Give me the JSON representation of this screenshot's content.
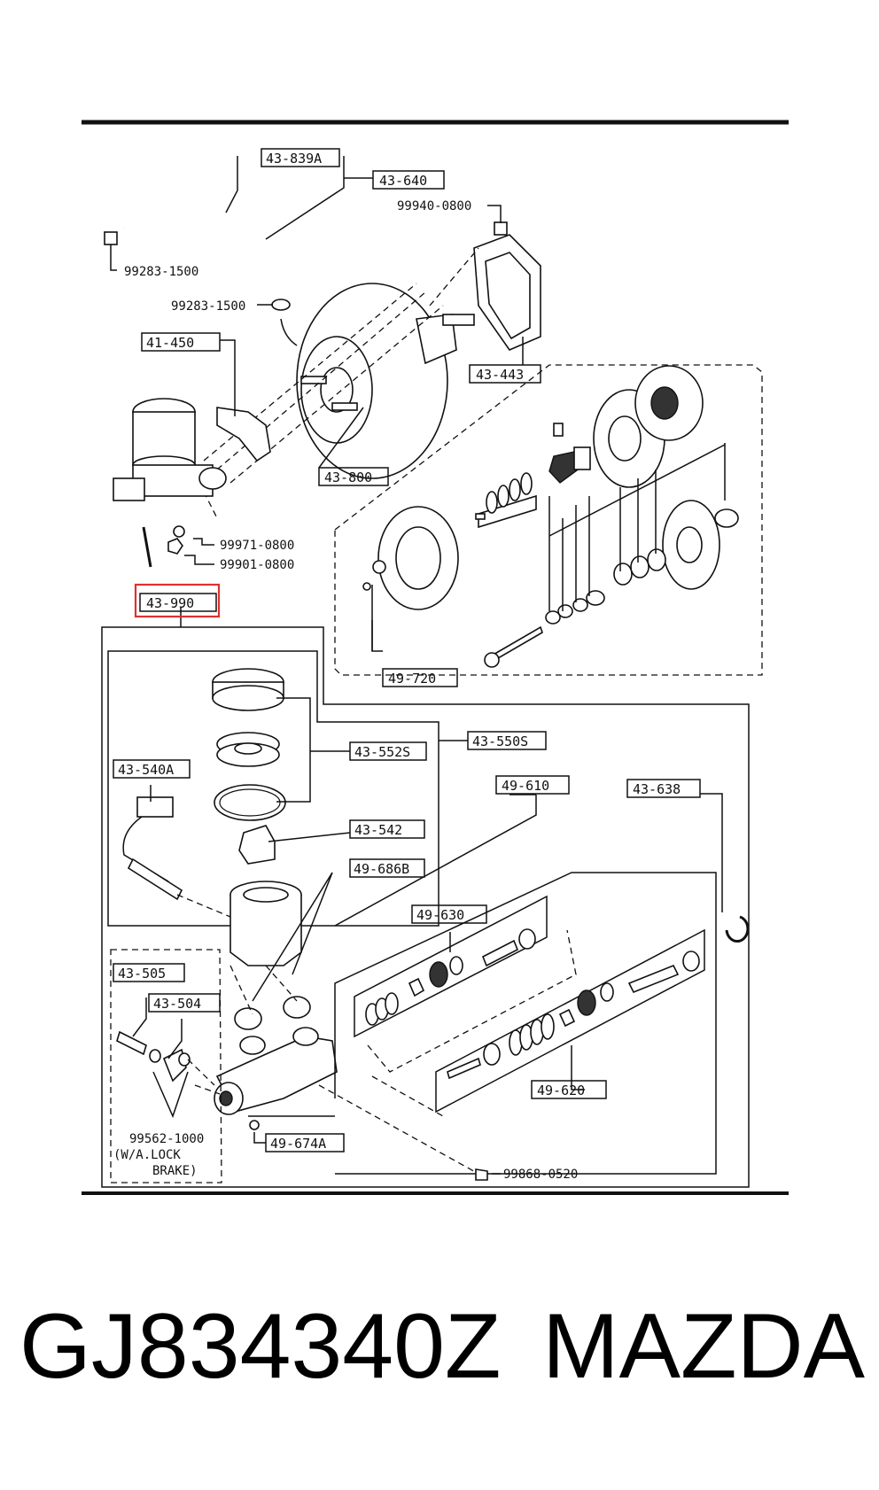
{
  "labels": {
    "l43_839A": "43-839A",
    "l43_640": "43-640",
    "l99940_0800": "99940-0800",
    "l99283_1500a": "99283-1500",
    "l99283_1500b": "99283-1500",
    "l41_450": "41-450",
    "l43_443": "43-443",
    "l43_800": "43-800",
    "l99971_0800": "99971-0800",
    "l99901_0800": "99901-0800",
    "l43_990": "43-990",
    "l49_720": "49-720",
    "l43_550S": "43-550S",
    "l43_552S": "43-552S",
    "l43_540A": "43-540A",
    "l43_542": "43-542",
    "l49_610": "49-610",
    "l43_638": "43-638",
    "l49_686B": "49-686B",
    "l49_630": "49-630",
    "l43_505": "43-505",
    "l43_504": "43-504",
    "l49_620": "49-620",
    "l49_674A": "49-674A",
    "l99562_1000": "99562-1000",
    "lock_note_1": "(W/A.LOCK",
    "lock_note_2": "BRAKE)",
    "l99868_0520": "99868-0520"
  },
  "footer": {
    "part_number": "GJ834340Z",
    "brand": "MAZDA"
  },
  "highlight_color": "#e03030"
}
